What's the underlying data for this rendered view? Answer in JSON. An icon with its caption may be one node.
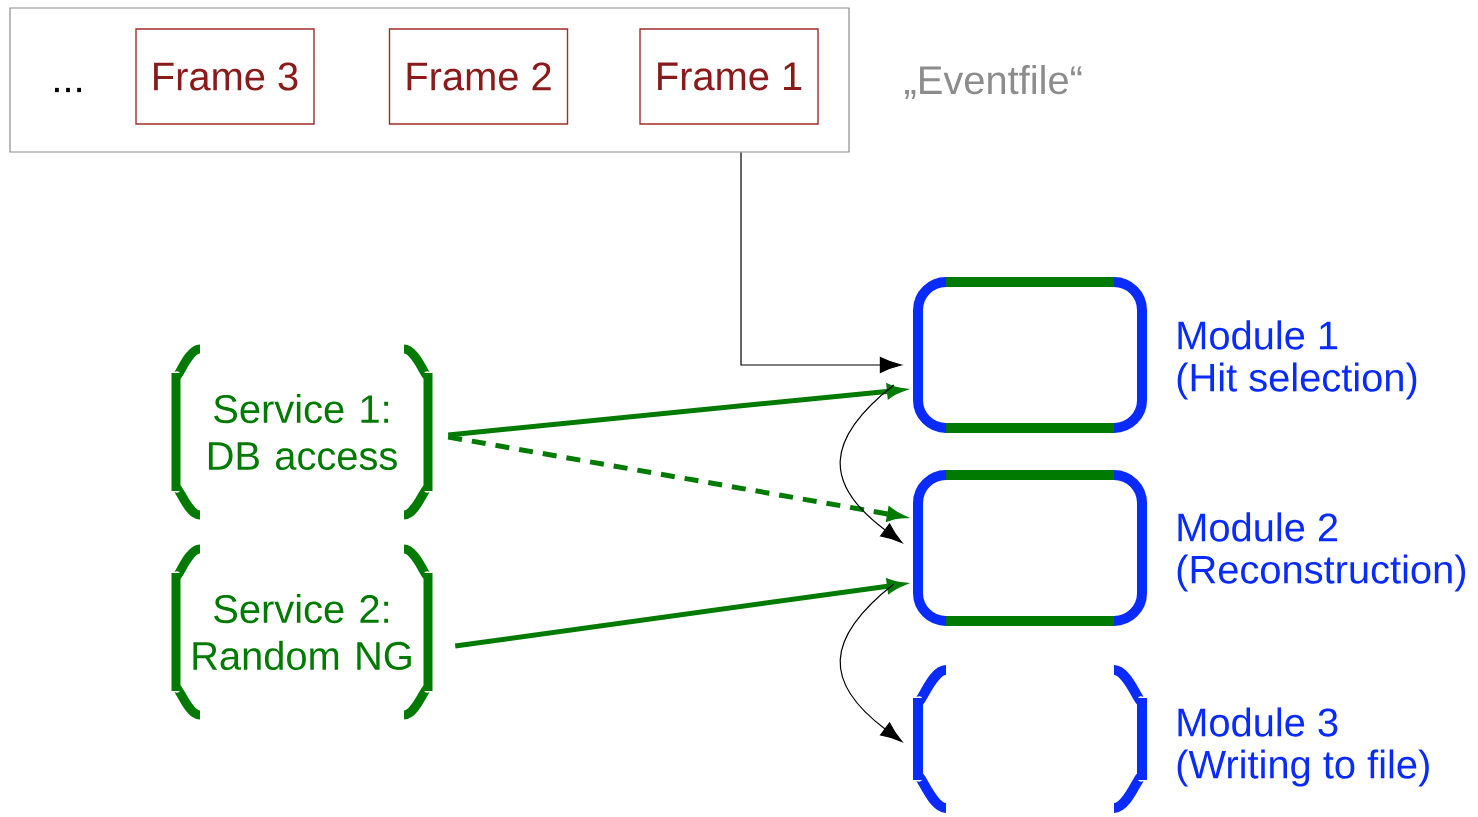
{
  "diagram": {
    "nodes": [
      {
        "text": [
          "..."
        ],
        "beside": [
          "„Eventfile“"
        ]
      },
      {
        "text": [
          "Frame 3"
        ],
        "in": 0
      },
      {
        "text": [
          "Frame 2"
        ],
        "in": 0
      },
      {
        "text": [
          "Frame 1"
        ],
        "in": 0
      },
      {
        "text": [
          "Service 1: DB access"
        ]
      },
      {
        "text": [
          "Service 2: Random NG"
        ]
      },
      {
        "text": [
          "Module 1",
          "(Hit selection)"
        ]
      },
      {
        "text": [
          "Module 2",
          "(Reconstruction)"
        ]
      },
      {
        "text": [
          "Module 3",
          "(Writing to file)"
        ]
      }
    ],
    "edges": [
      {
        "from": 0,
        "to": 6,
        "arrow": "to"
      },
      {
        "from": 4,
        "to": 6,
        "arrow": "to",
        "style": "thick",
        "color": "#007a00"
      },
      {
        "from": 4,
        "to": 7,
        "arrow": "to",
        "style": "dashed",
        "color": "#007a00"
      },
      {
        "from": 5,
        "to": 7,
        "arrow": "to",
        "style": "thick",
        "color": "#007a00"
      },
      {
        "from": 6,
        "to": 7,
        "arrow": "to"
      },
      {
        "from": 7,
        "to": 8,
        "arrow": "to"
      }
    ]
  }
}
